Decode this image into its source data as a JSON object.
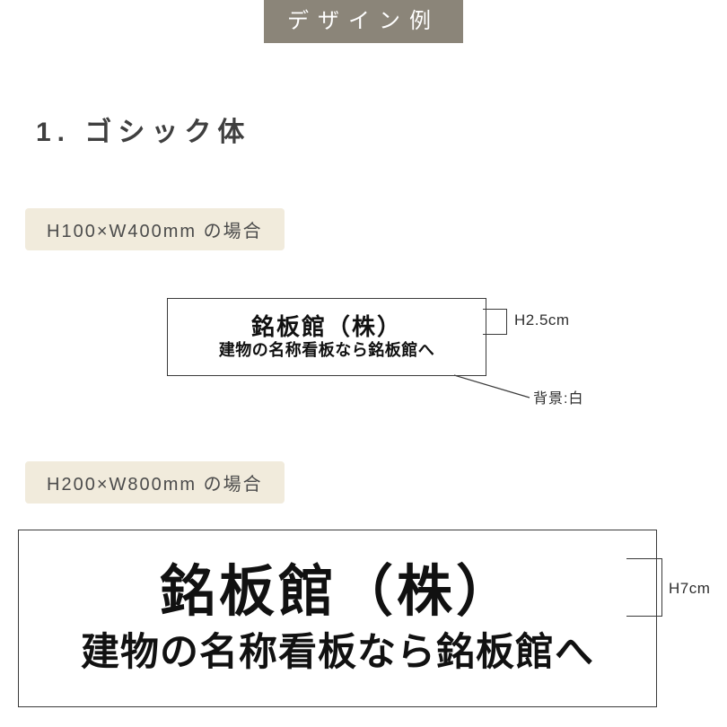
{
  "page": {
    "header_title": "デザイン例",
    "section_title": "1. ゴシック体"
  },
  "examples": [
    {
      "size_label": "H100×W400mm の場合",
      "sign_line1": "銘板館（株）",
      "sign_line2": "建物の名称看板なら銘板館へ",
      "height_dim": "H2.5cm",
      "bg_note": "背景:白"
    },
    {
      "size_label": "H200×W800mm の場合",
      "sign_line1": "銘板館（株）",
      "sign_line2": "建物の名称看板なら銘板館へ",
      "height_dim": "H7cm"
    }
  ],
  "colors": {
    "header_bg": "#8b8579",
    "header_text": "#ffffff",
    "label_bg": "#f1ebdc",
    "label_text": "#4b4b4b",
    "sign_text": "#111111",
    "line_color": "#3a3a3a"
  }
}
